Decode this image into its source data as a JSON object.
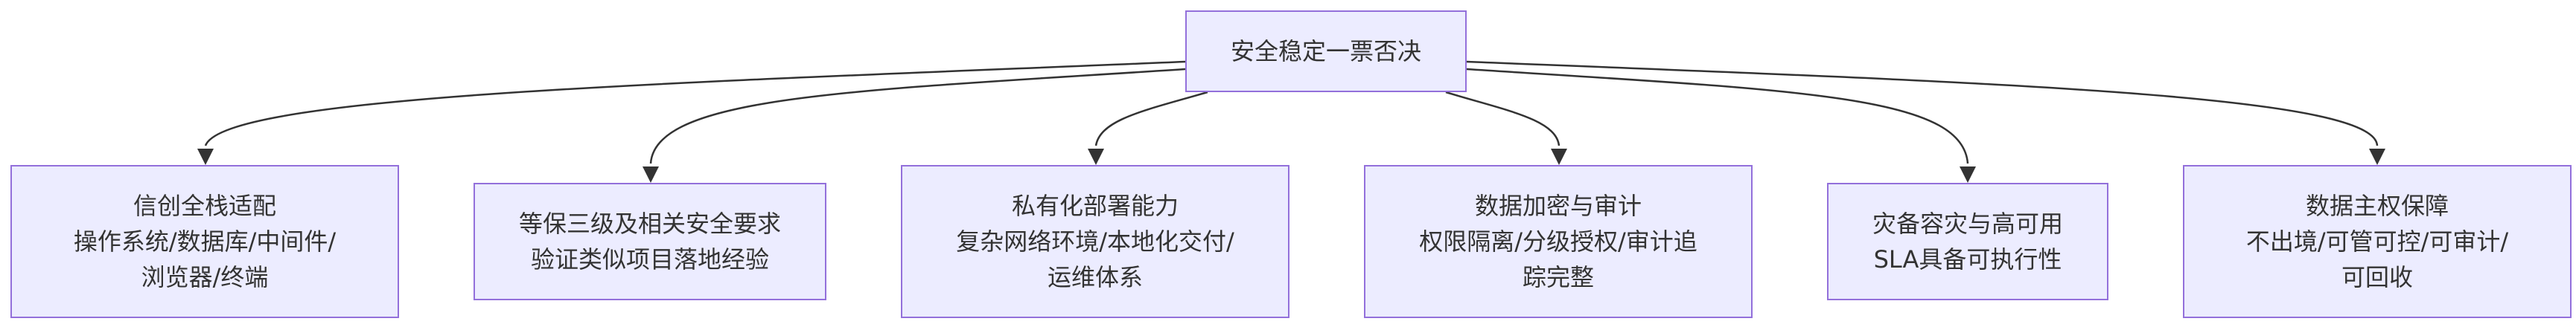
{
  "diagram": {
    "root": {
      "label": "安全稳定一票否决"
    },
    "children": [
      {
        "id": "xc",
        "label": "信创全栈适配\n操作系统/数据库/中间件/\n浏览器/终端"
      },
      {
        "id": "db",
        "label": "等保三级及相关安全要求\n验证类似项目落地经验"
      },
      {
        "id": "priv",
        "label": "私有化部署能力\n复杂网络环境/本地化交付/\n运维体系"
      },
      {
        "id": "enc",
        "label": "数据加密与审计\n权限隔离/分级授权/审计追\n踪完整"
      },
      {
        "id": "dr",
        "label": "灾备容灾与高可用\nSLA具备可执行性"
      },
      {
        "id": "sov",
        "label": "数据主权保障\n不出境/可管可控/可审计/\n可回收"
      }
    ]
  },
  "colors": {
    "node_fill": "#ececff",
    "node_border": "#9370db",
    "edge": "#333333",
    "text": "#333333"
  }
}
